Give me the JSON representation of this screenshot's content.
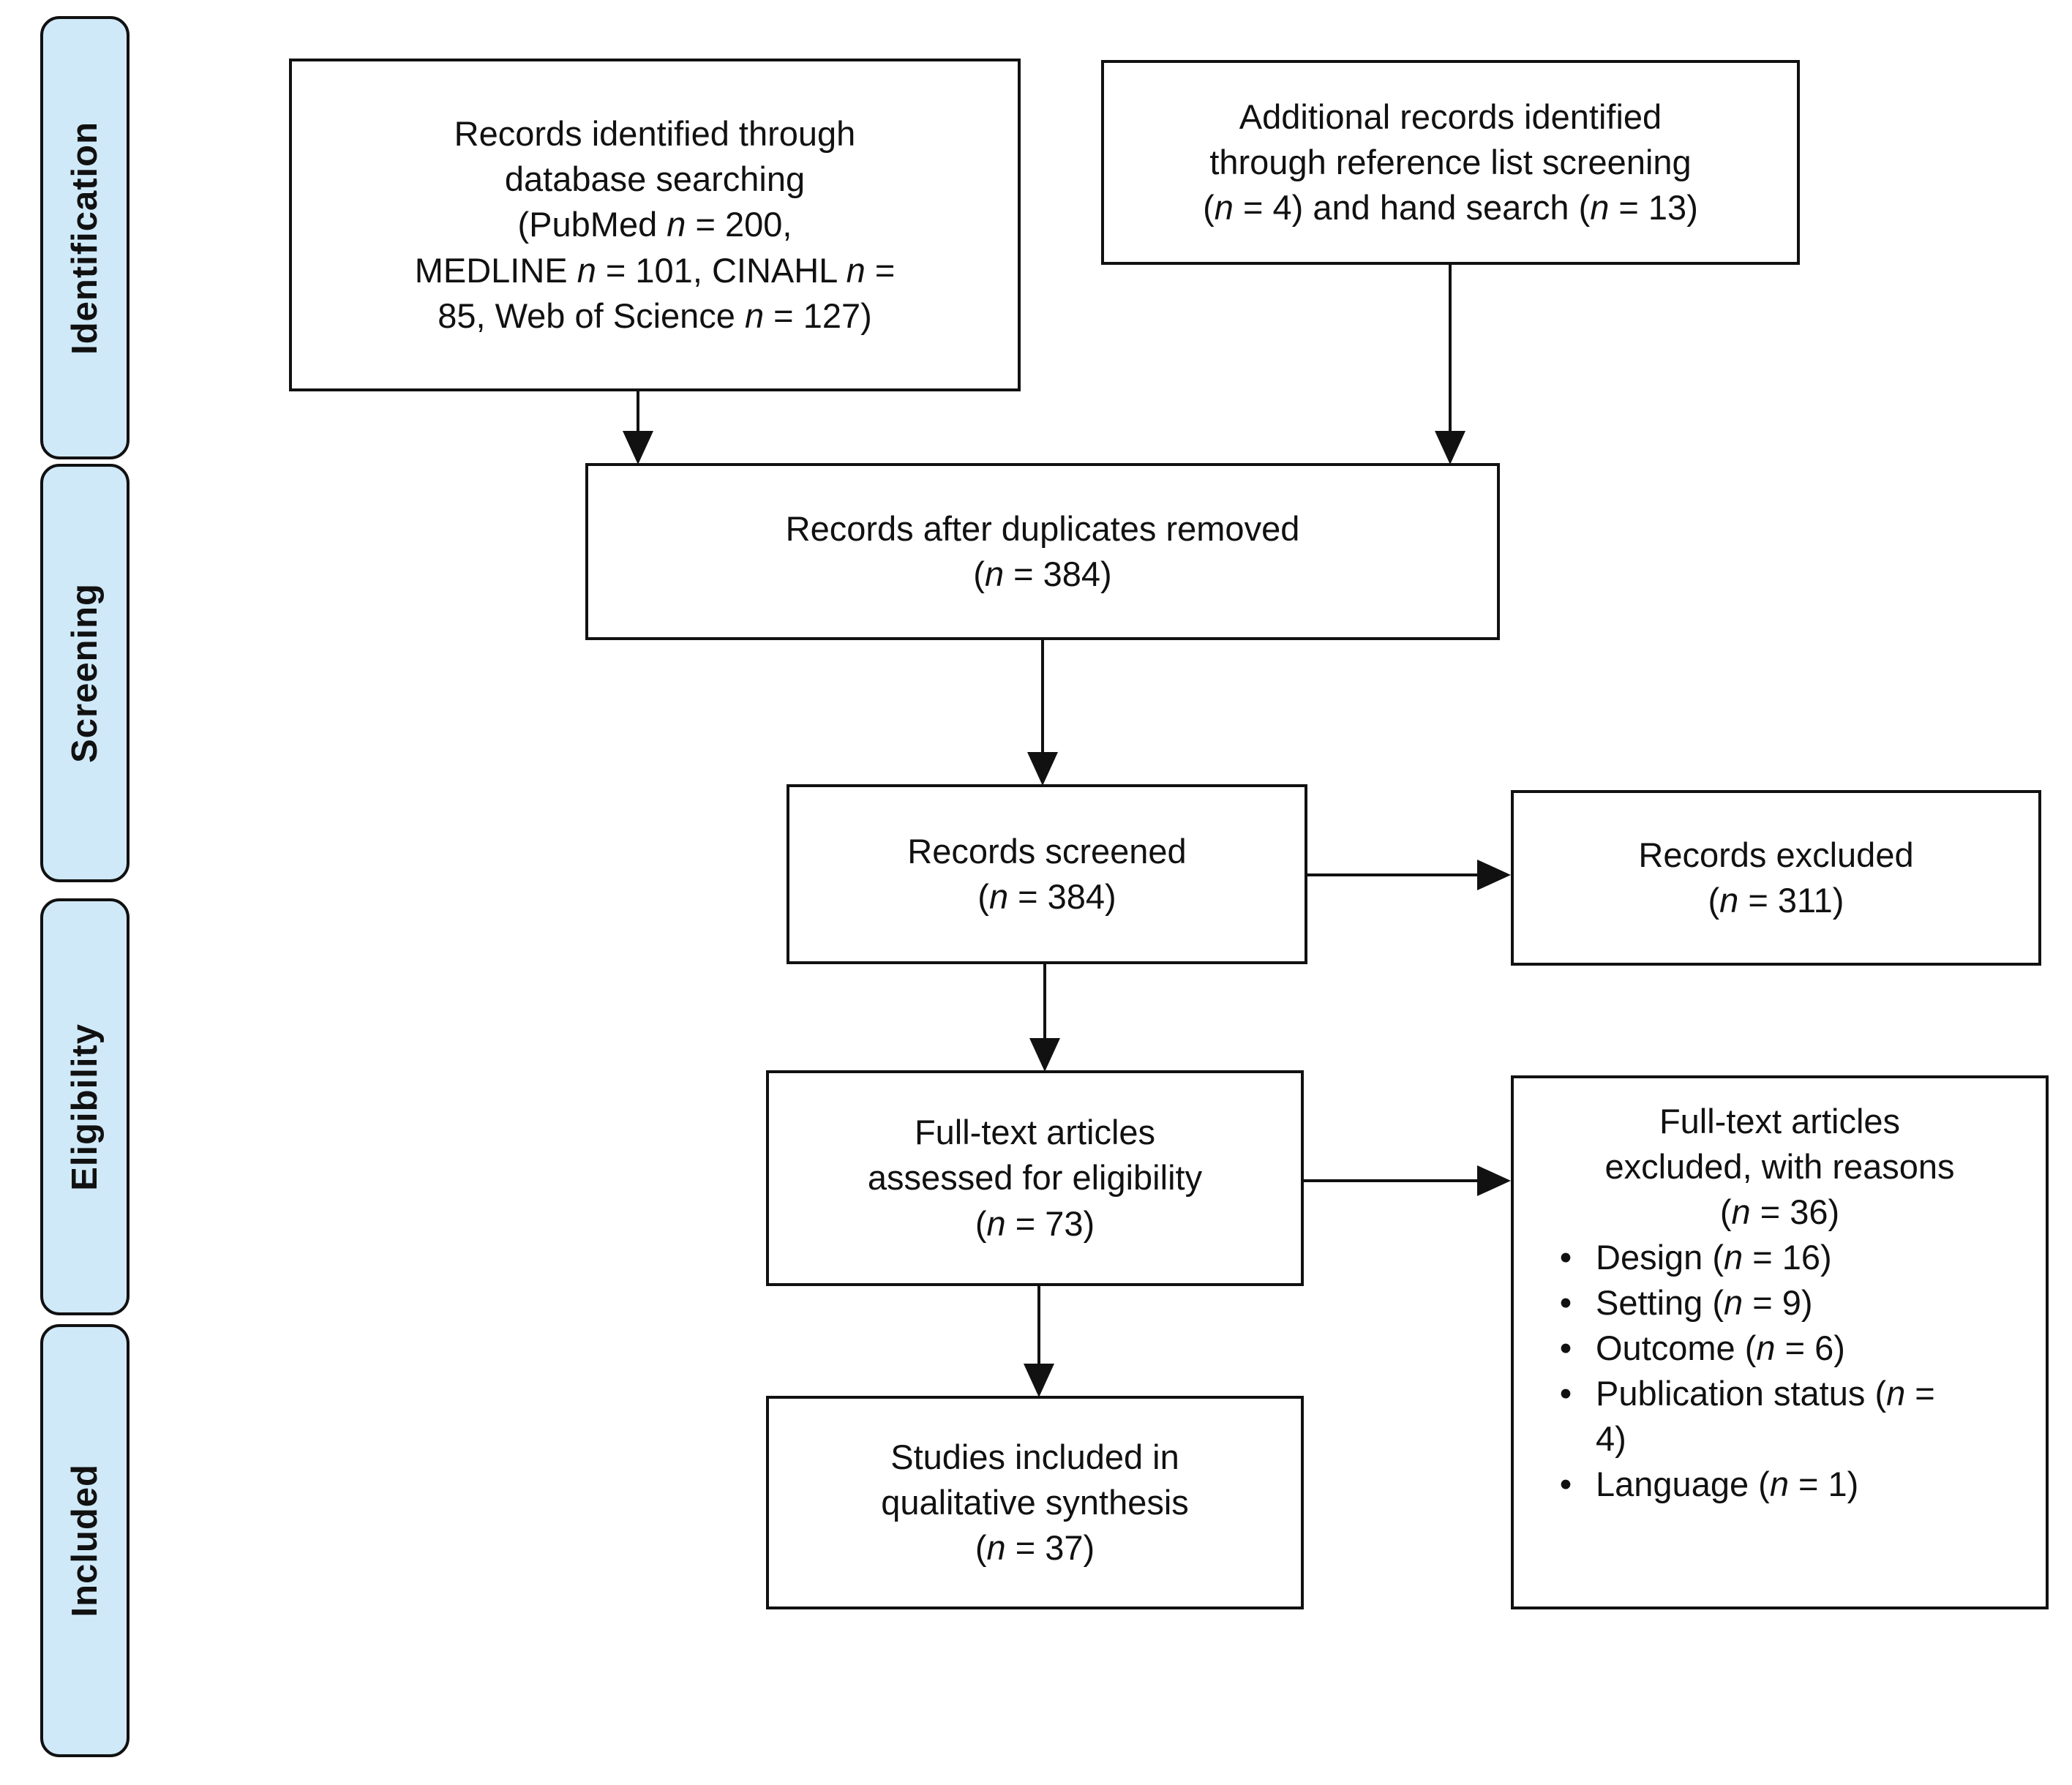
{
  "colors": {
    "stage_fill": "#cfe9f8",
    "border": "#111111",
    "box_fill": "#ffffff",
    "background": "#ffffff"
  },
  "bullet_glyph": "•",
  "stages": [
    {
      "label": "Identification"
    },
    {
      "label": "Screening"
    },
    {
      "label": "Eligibility"
    },
    {
      "label": "Included"
    }
  ],
  "boxes": {
    "records_identified": {
      "lines": [
        "Records identified through",
        "database searching",
        "(PubMed *n* = 200,",
        "MEDLINE *n* = 101, CINAHL *n* =",
        "85, Web of Science *n* = 127)"
      ]
    },
    "additional_records": {
      "lines": [
        "Additional records identified",
        "through reference list screening",
        "(*n* = 4) and hand search (*n* = 13)"
      ]
    },
    "duplicates_removed": {
      "lines": [
        "Records after duplicates removed",
        "(*n* = 384)"
      ]
    },
    "records_screened": {
      "lines": [
        "Records screened",
        "(*n* = 384)"
      ]
    },
    "records_excluded": {
      "lines": [
        "Records excluded",
        "(*n* = 311)"
      ]
    },
    "fulltext_assessed": {
      "lines": [
        "Full-text articles",
        "assessed for eligibility",
        "(*n* = 73)"
      ]
    },
    "fulltext_excluded": {
      "lines": [
        "Full-text articles",
        "excluded, with reasons",
        "(*n* = 36)"
      ],
      "reasons": [
        "Design (*n* = 16)",
        "Setting (*n* = 9)",
        "Outcome (*n* = 6)",
        "Publication status (*n* = 4)",
        "Language (*n* = 1)"
      ]
    },
    "studies_included": {
      "lines": [
        "Studies included in",
        "qualitative synthesis",
        "(*n* = 37)"
      ]
    }
  }
}
